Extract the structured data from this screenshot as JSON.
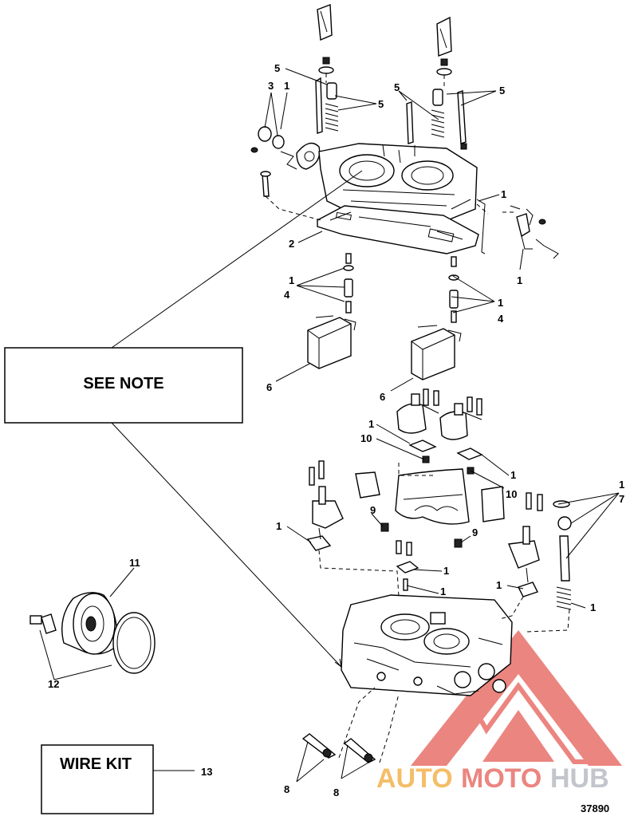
{
  "notes": {
    "see_note": "SEE NOTE",
    "wire_kit": "WIRE KIT"
  },
  "figure_number": "37890",
  "watermark": {
    "text_auto": "AUTO",
    "text_moto": "MOTO",
    "text_hub": "HUB",
    "colors": {
      "auto": "#f3b24d",
      "moto": "#e8706a",
      "hub": "#b9bcc4",
      "triangle": "#e8706a"
    }
  },
  "callouts": {
    "c5a": "5",
    "c3": "3",
    "c1a": "1",
    "c5b": "5",
    "c5c": "5",
    "c5d": "5",
    "c1b": "1",
    "c2": "2",
    "c1c": "1",
    "c4a": "4",
    "c1d": "1",
    "c1e": "1",
    "c4b": "4",
    "c6a": "6",
    "c6b": "6",
    "c1f": "1",
    "c10a": "10",
    "c1g": "1",
    "c10b": "10",
    "c1h": "1",
    "c7": "7",
    "c1i": "1",
    "c9a": "9",
    "c9b": "9",
    "c1j": "1",
    "c1k": "1",
    "c1l": "1",
    "c1m": "1",
    "c11": "11",
    "c12": "12",
    "c13": "13",
    "c8a": "8",
    "c8b": "8"
  }
}
